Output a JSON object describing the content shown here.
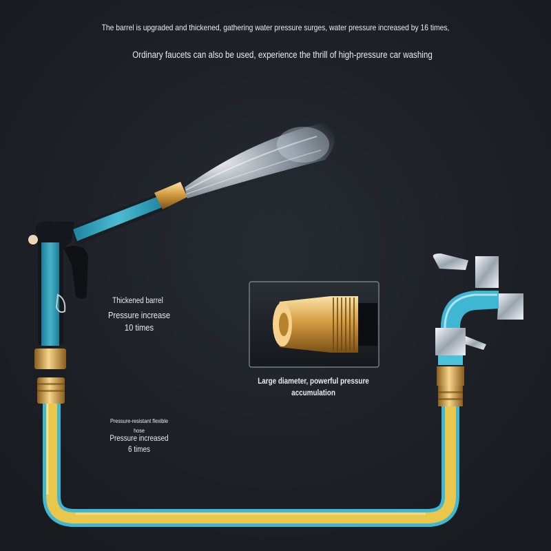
{
  "headline": {
    "line1": "The barrel is upgraded and thickened, gathering water pressure surges, water pressure increased by 16 times,",
    "line2": "Ordinary faucets can also be used, experience the thrill of high-pressure car washing"
  },
  "callouts": {
    "barrel": {
      "line1": "Thickened barrel",
      "line2": "Pressure increase",
      "line3": "10 times"
    },
    "hose": {
      "line1": "Pressure-resistant flexible",
      "line2": "hose",
      "line3": "Pressure increased",
      "line4": "6 times"
    },
    "nozzle": {
      "line1": "Large diameter, powerful pressure",
      "line2": "accumulation"
    }
  },
  "colors": {
    "background": "#1c2026",
    "barrel_blue": "#37b8d6",
    "hose_yellow": "#f2c744",
    "brass": "#d9a44c",
    "chrome": "#cfd6dd"
  }
}
